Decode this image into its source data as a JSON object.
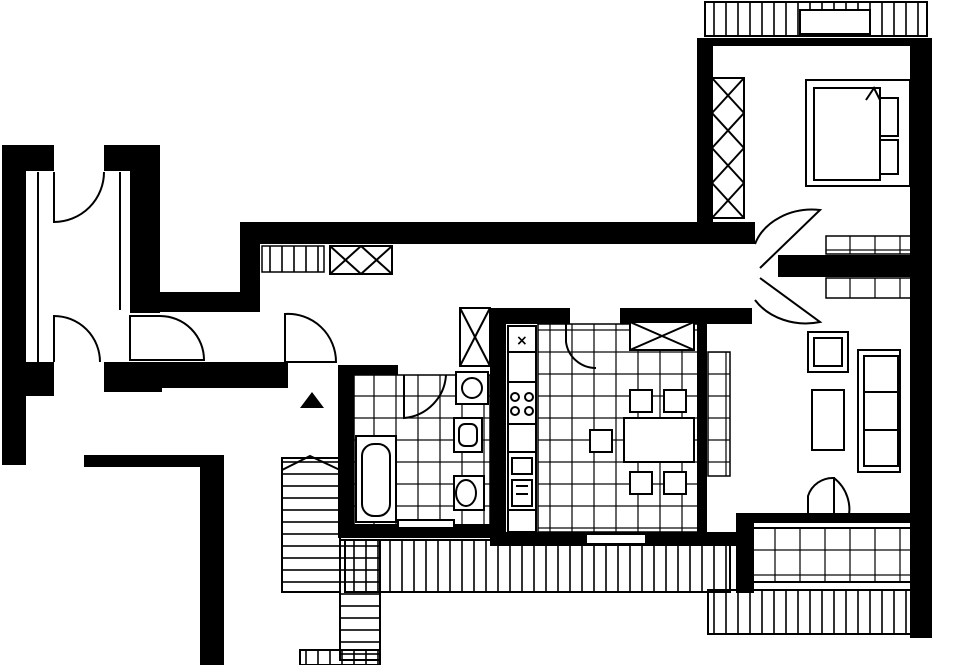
{
  "plan": {
    "kind": "apartment-floor-plan",
    "style": "black-and-white architectural line drawing",
    "colors": {
      "walls": "#000000",
      "background": "#ffffff"
    },
    "rooms": [
      "bedroom",
      "living-room",
      "dining-kitchen",
      "bathroom",
      "entrance-hall",
      "corridor",
      "stairwell",
      "vestibule"
    ],
    "features": [
      "balcony-top",
      "balcony-bottom",
      "entrance-arrow-icon",
      "kitchen-hob-icon",
      "bathtub",
      "toilet",
      "washbasin",
      "washing-machine",
      "sofa",
      "double-bed",
      "dining-table"
    ]
  }
}
